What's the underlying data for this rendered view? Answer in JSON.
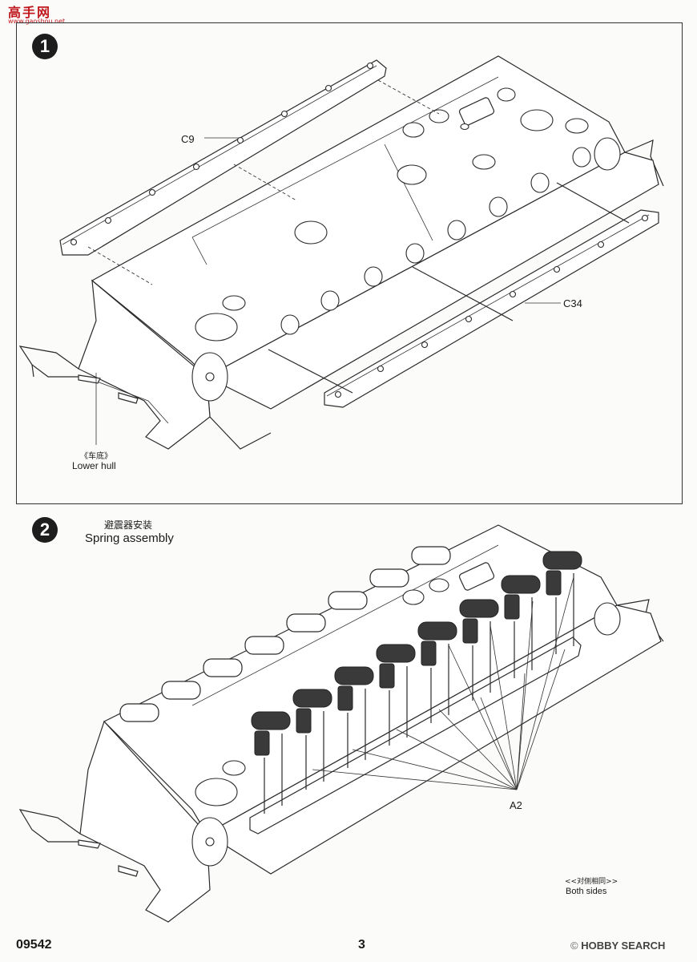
{
  "logo": {
    "text": "高手网",
    "url": "www.gaoshou.net"
  },
  "step1": {
    "number": "1",
    "part_c9": "C9",
    "part_c34": "C34",
    "lower_hull_zh": "《车底》",
    "lower_hull_en": "Lower hull"
  },
  "step2": {
    "number": "2",
    "title_zh": "避震器安装",
    "title_en": "Spring  assembly",
    "part_a2": "A2",
    "both_sides_zh": "<<对侧相同>>",
    "both_sides_en": "Both sides"
  },
  "footer": {
    "code": "09542",
    "page": "3",
    "brand_pre": "©",
    "brand": "HOBBY SEARCH"
  }
}
